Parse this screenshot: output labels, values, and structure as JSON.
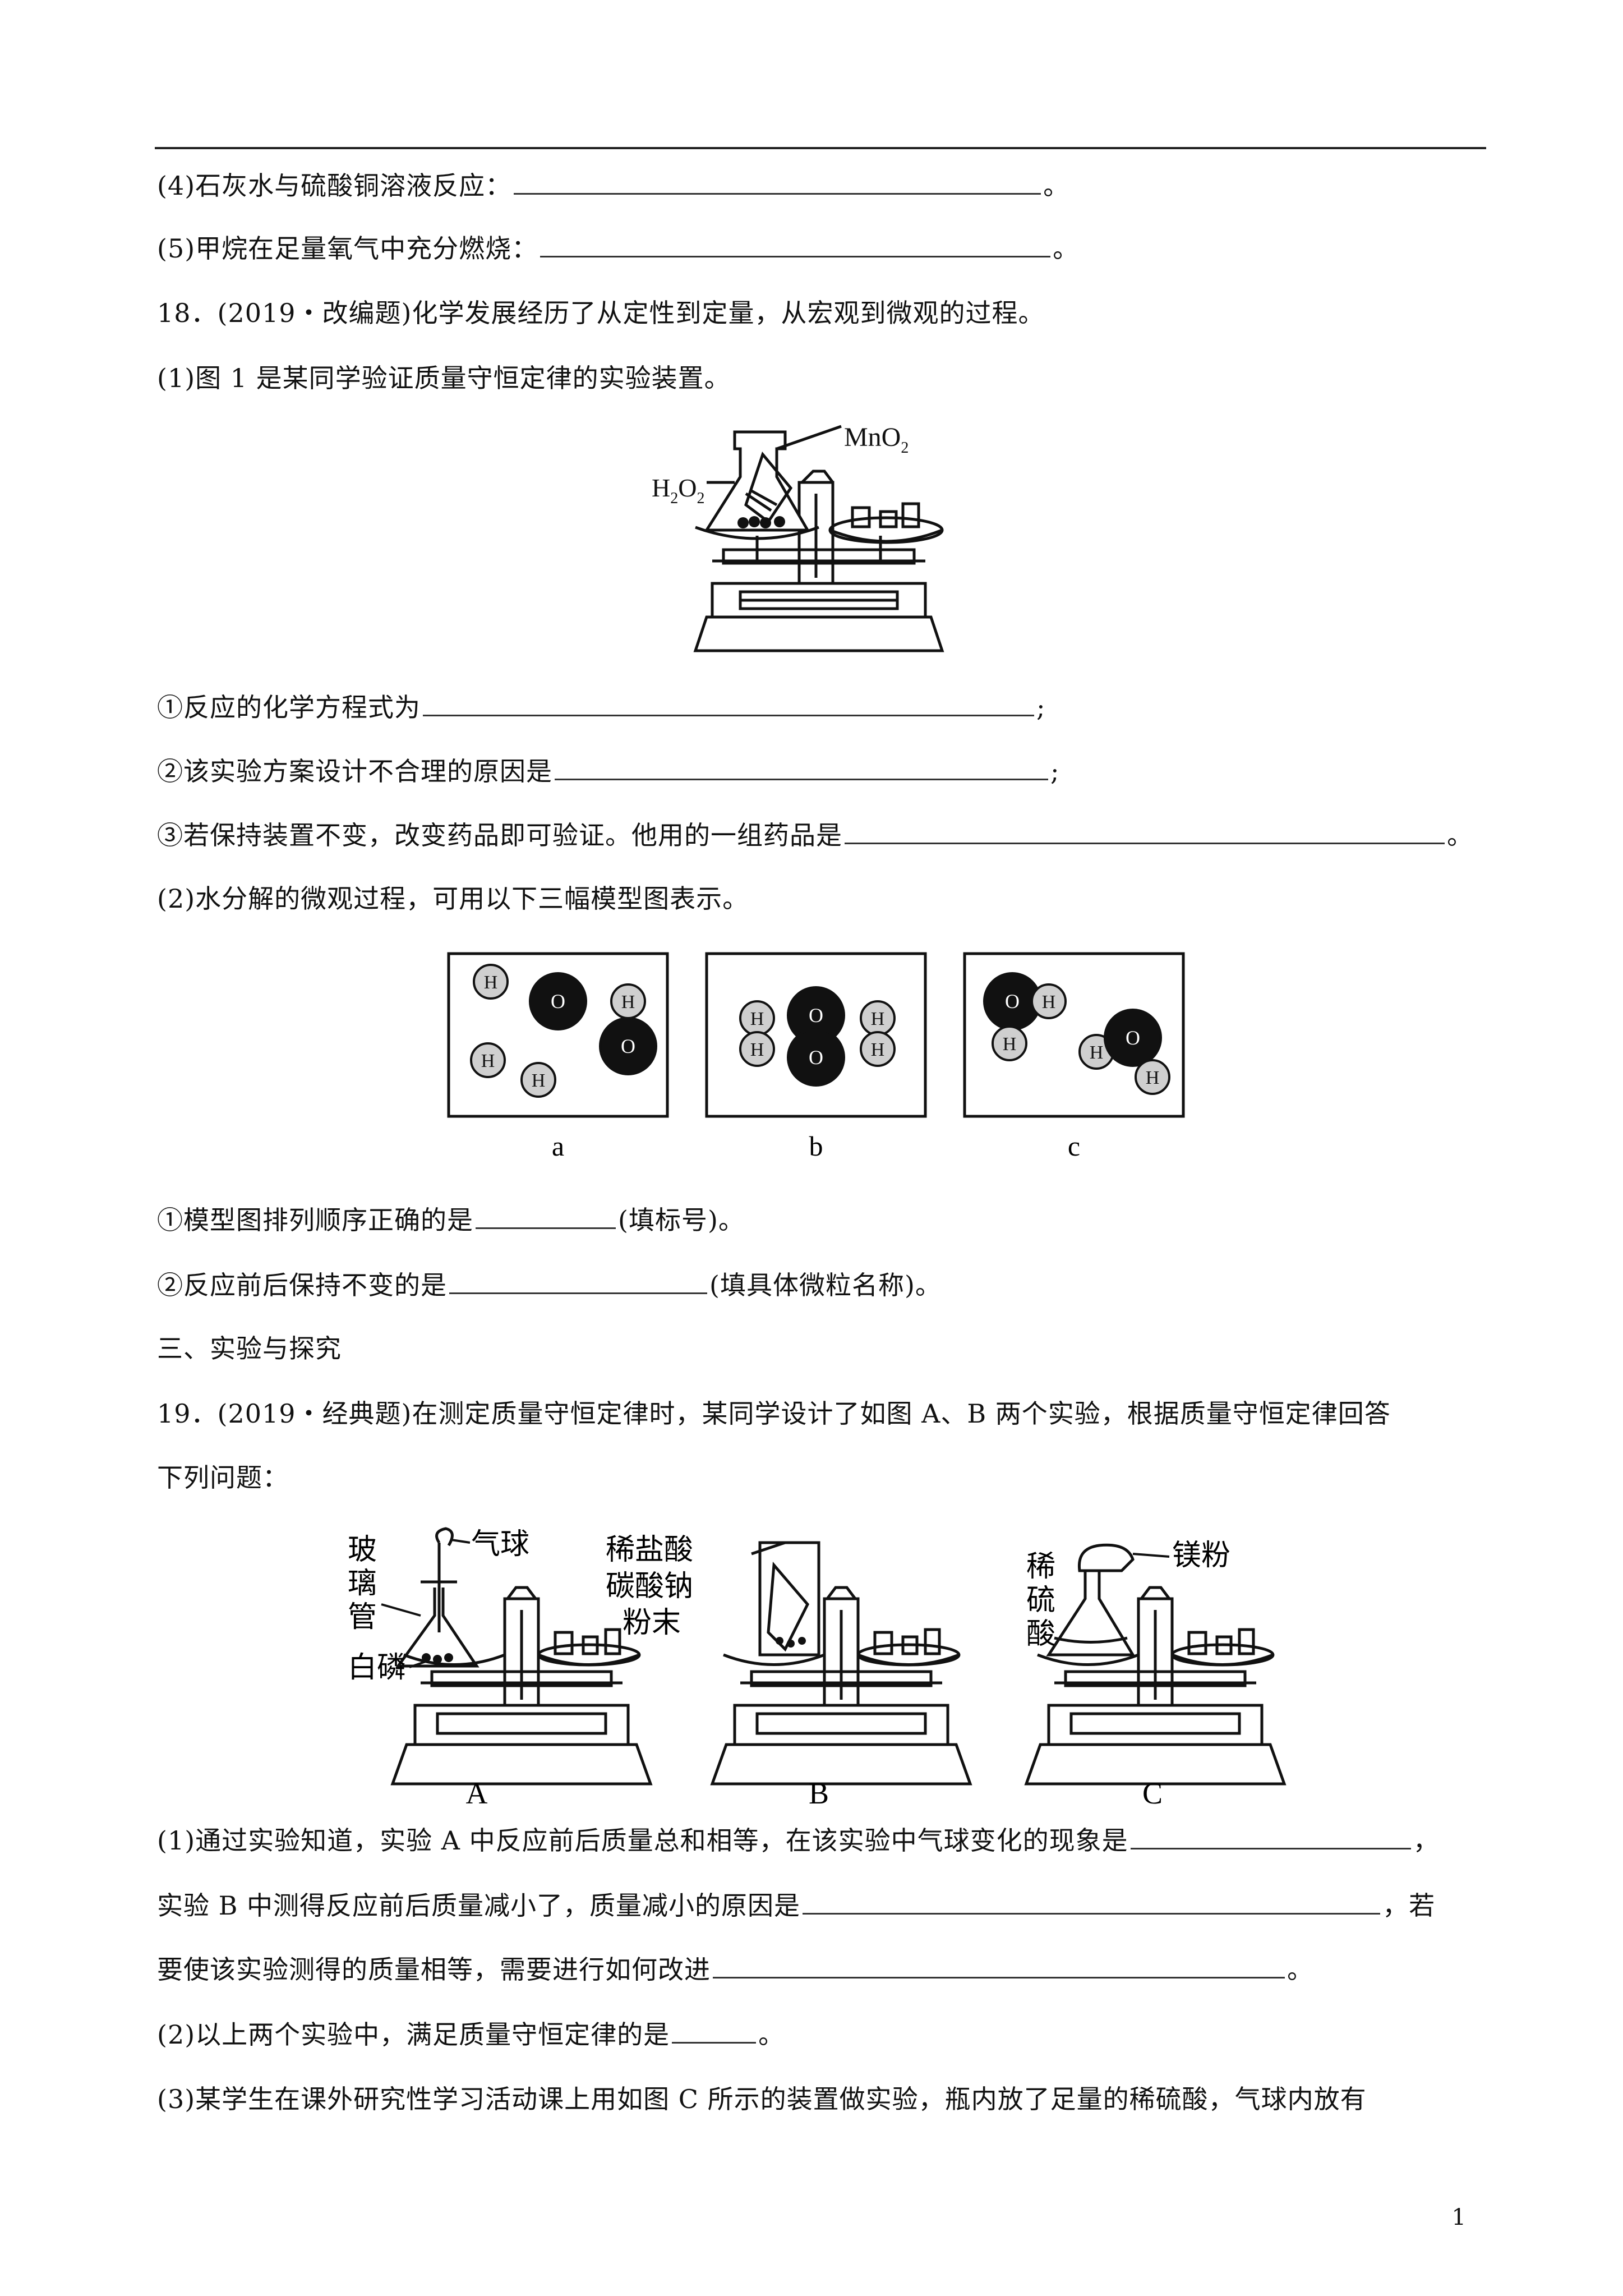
{
  "lines": {
    "l4": "(4)石灰水与硫酸铜溶液反应：",
    "l4_end": "。",
    "l5": "(5)甲烷在足量氧气中充分燃烧：",
    "l5_end": "。",
    "q18": "18．(2019・改编题)化学发展经历了从定性到定量，从宏观到微观的过程。",
    "q18_1": "(1)图 1 是某同学验证质量守恒定律的实验装置。",
    "q18_1a": "①反应的化学方程式为",
    "q18_1a_end": ";",
    "q18_1b": "②该实验方案设计不合理的原因是",
    "q18_1b_end": ";",
    "q18_1c": "③若保持装置不变，改变药品即可验证。他用的一组药品是",
    "q18_1c_end": "。",
    "q18_2": "(2)水分解的微观过程，可用以下三幅模型图表示。",
    "q18_2a": "①模型图排列顺序正确的是",
    "q18_2a_end": "(填标号)。",
    "q18_2b": "②反应前后保持不变的是",
    "q18_2b_end": "(填具体微粒名称)。",
    "sec3": "三、实验与探究",
    "q19": "19．(2019・经典题)在测定质量守恒定律时，某同学设计了如图 A、B 两个实验，根据质量守恒定律回答",
    "q19_cont": "下列问题：",
    "q19_1": "(1)通过实验知道，实验 A 中反应前后质量总和相等，在该实验中气球变化的现象是",
    "q19_1_end": "，",
    "q19_1b": "实验 B 中测得反应前后质量减小了，质量减小的原因是",
    "q19_1b_end": "，若",
    "q19_1c": "要使该实验测得的质量相等，需要进行如何改进",
    "q19_1c_end": "。",
    "q19_2": "(2)以上两个实验中，满足质量守恒定律的是",
    "q19_2_end": "。",
    "q19_3": "(3)某学生在课外研究性学习活动课上用如图 C 所示的装置做实验，瓶内放了足量的稀硫酸，气球内放有"
  },
  "fig1": {
    "mno2": "MnO",
    "mno2_sub": "2",
    "h2o2_h": "H",
    "h2o2_sub1": "2",
    "h2o2_o": "O",
    "h2o2_sub2": "2"
  },
  "models": {
    "labels": [
      "a",
      "b",
      "c"
    ],
    "h": "H",
    "o": "O"
  },
  "fig2": {
    "a_glass": [
      "玻",
      "璃",
      "管"
    ],
    "a_balloon": "气球",
    "a_phos": "白磷",
    "b_acid": "稀盐酸",
    "b_carb1": "碳酸钠",
    "b_carb2": "粉末",
    "c_acid": [
      "稀",
      "硫",
      "酸"
    ],
    "c_mg": "镁粉",
    "labels": [
      "A",
      "B",
      "C"
    ]
  },
  "page_number": "1"
}
